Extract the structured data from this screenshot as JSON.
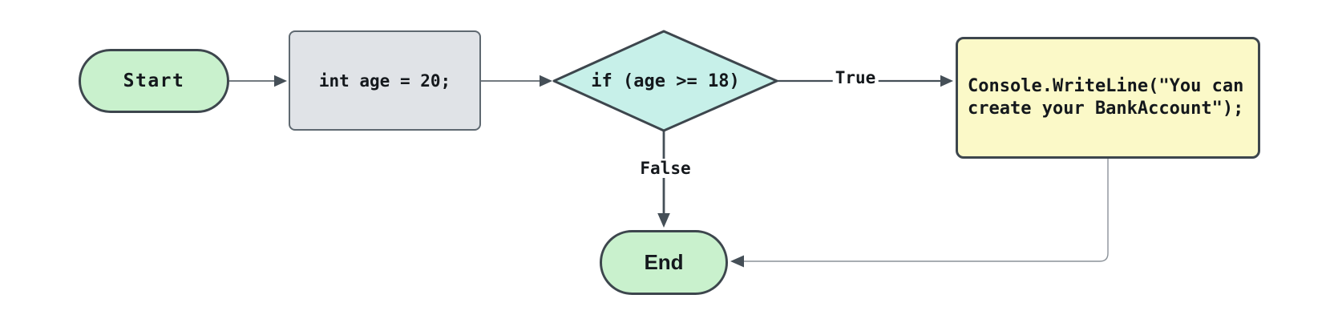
{
  "diagram": {
    "type": "flowchart",
    "background": "#ffffff",
    "nodes": [
      {
        "id": "start",
        "shape": "terminator",
        "label": "Start",
        "fill": "#c9f1cd",
        "border": "#3d464d"
      },
      {
        "id": "declare-age",
        "shape": "process",
        "label": "int age = 20;",
        "fill": "#e0e3e7",
        "border": "#5f6971"
      },
      {
        "id": "age-check",
        "shape": "decision",
        "label": "if (age >= 18)",
        "fill": "#c7f0e9",
        "border": "#3d464d"
      },
      {
        "id": "write-line",
        "shape": "process",
        "label": "Console.WriteLine(\"You can\ncreate your BankAccount\");",
        "fill": "#fbf9c8",
        "border": "#3d464d"
      },
      {
        "id": "end",
        "shape": "terminator",
        "label": "End",
        "fill": "#c9f1cd",
        "border": "#3d464d"
      }
    ],
    "edges": [
      {
        "from": "start",
        "to": "declare-age",
        "label": ""
      },
      {
        "from": "declare-age",
        "to": "age-check",
        "label": ""
      },
      {
        "from": "age-check",
        "to": "write-line",
        "label": "True"
      },
      {
        "from": "age-check",
        "to": "end",
        "label": "False"
      },
      {
        "from": "write-line",
        "to": "end",
        "label": ""
      }
    ],
    "colors": {
      "edge": "#454f57",
      "edge_light": "#8b9299",
      "text": "#14181c",
      "label_background": "#ffffff"
    }
  }
}
